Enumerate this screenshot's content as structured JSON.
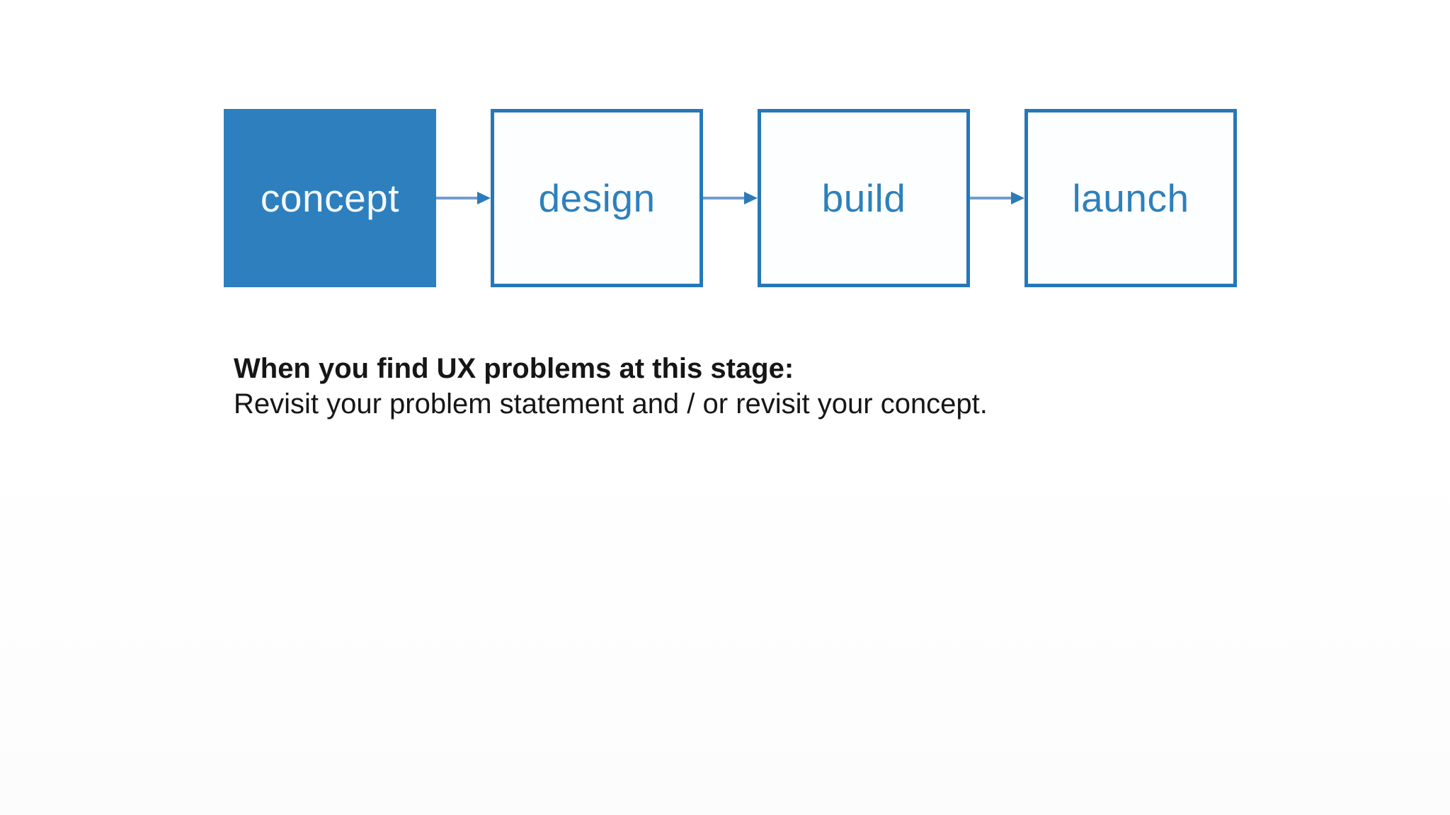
{
  "flow": {
    "stages": [
      {
        "label": "concept",
        "state": "active"
      },
      {
        "label": "design",
        "state": "upcoming"
      },
      {
        "label": "build",
        "state": "upcoming"
      },
      {
        "label": "launch",
        "state": "upcoming"
      }
    ],
    "colors": {
      "fill": "#2d80bd",
      "border": "#2777b8",
      "arrow_line": "#6f9fcf",
      "arrow_head": "#2d7ab8",
      "active_text": "#f5f7f9",
      "inactive_text": "#2d80bd",
      "inactive_fill": "#fdfeff"
    }
  },
  "note": {
    "heading": "When you find UX problems at this stage:",
    "body": "Revisit your problem statement and / or revisit your concept.",
    "text_color": "#161616"
  }
}
